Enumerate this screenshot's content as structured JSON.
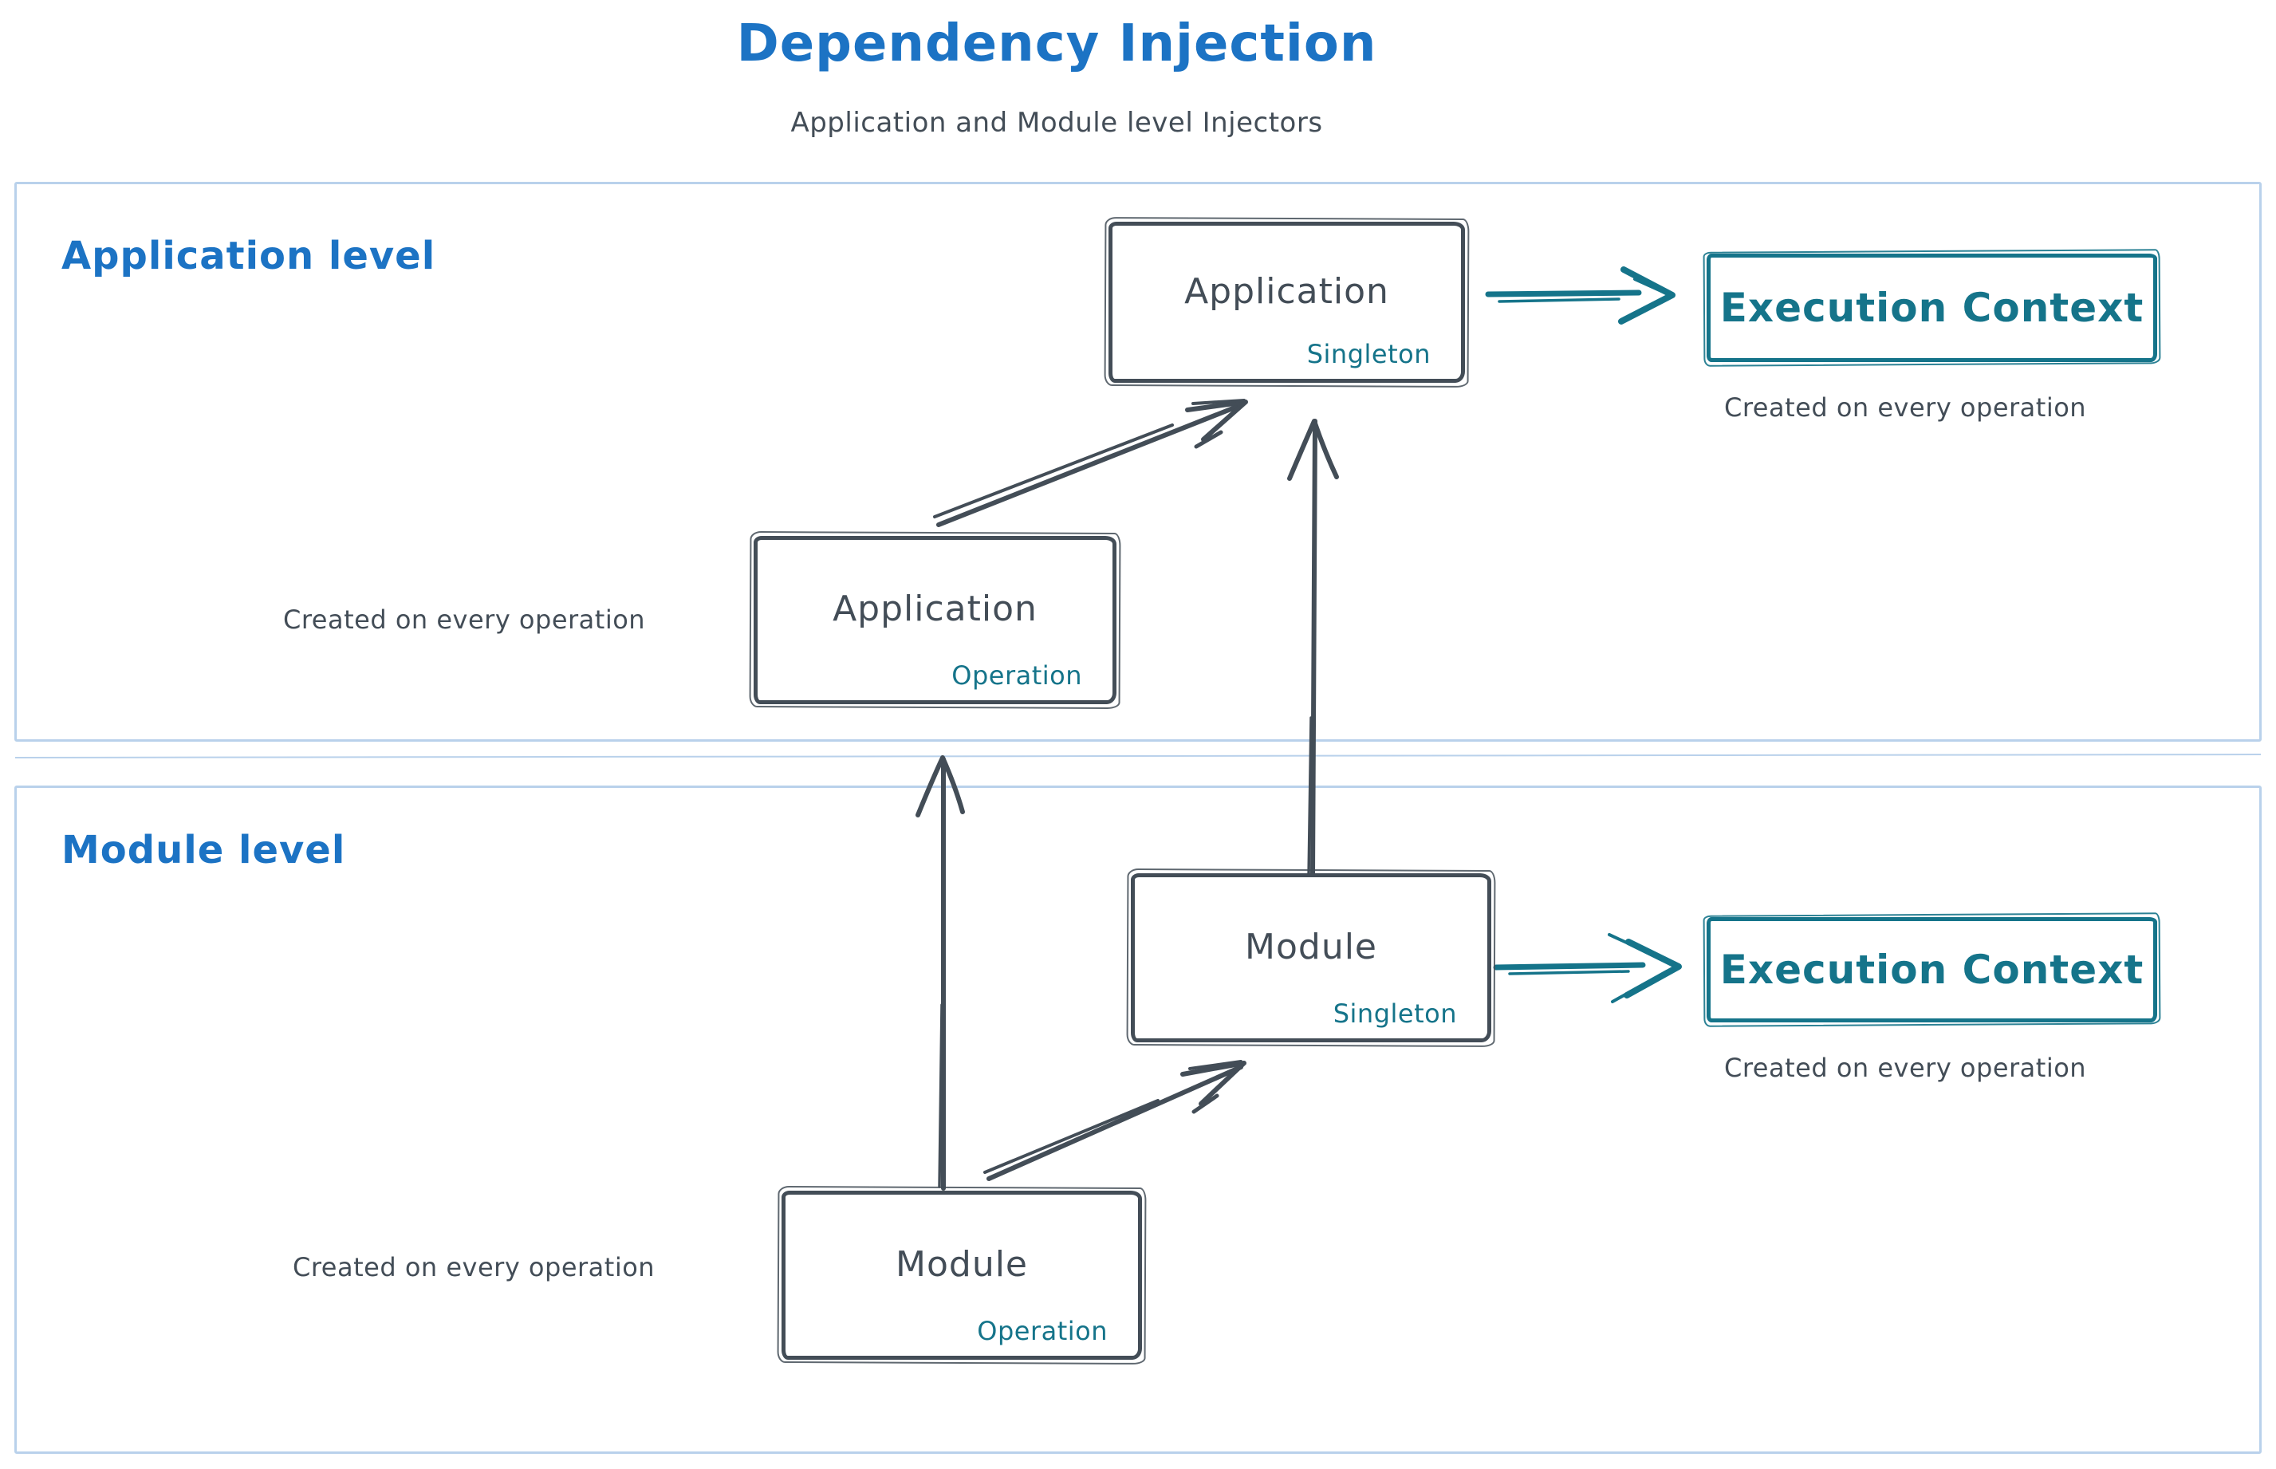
{
  "title": "Dependency Injection",
  "subtitle": "Application and Module level Injectors",
  "colors": {
    "accent_blue": "#1c73c4",
    "teal": "#15748a",
    "ink": "#434d57",
    "container_border": "#b9d1eb",
    "background": "#ffffff"
  },
  "application_level": {
    "label": "Application level",
    "singleton_box": {
      "name": "Application",
      "scope": "Singleton"
    },
    "operation_box": {
      "name": "Application",
      "scope": "Operation"
    },
    "operation_note": "Created on every operation",
    "execution_context": {
      "label": "Execution Context",
      "note": "Created on every operation"
    }
  },
  "module_level": {
    "label": "Module level",
    "singleton_box": {
      "name": "Module",
      "scope": "Singleton"
    },
    "operation_box": {
      "name": "Module",
      "scope": "Operation"
    },
    "operation_note": "Created on every operation",
    "execution_context": {
      "label": "Execution Context",
      "note": "Created on every operation"
    }
  },
  "arrows": [
    {
      "name": "application-operation-to-application-singleton",
      "color": "#434d57"
    },
    {
      "name": "module-operation-to-application-operation",
      "color": "#434d57"
    },
    {
      "name": "module-operation-to-module-singleton",
      "color": "#434d57"
    },
    {
      "name": "module-singleton-to-application-singleton",
      "color": "#434d57"
    },
    {
      "name": "application-singleton-to-execution-context",
      "color": "#15748a"
    },
    {
      "name": "module-singleton-to-execution-context",
      "color": "#15748a"
    }
  ]
}
